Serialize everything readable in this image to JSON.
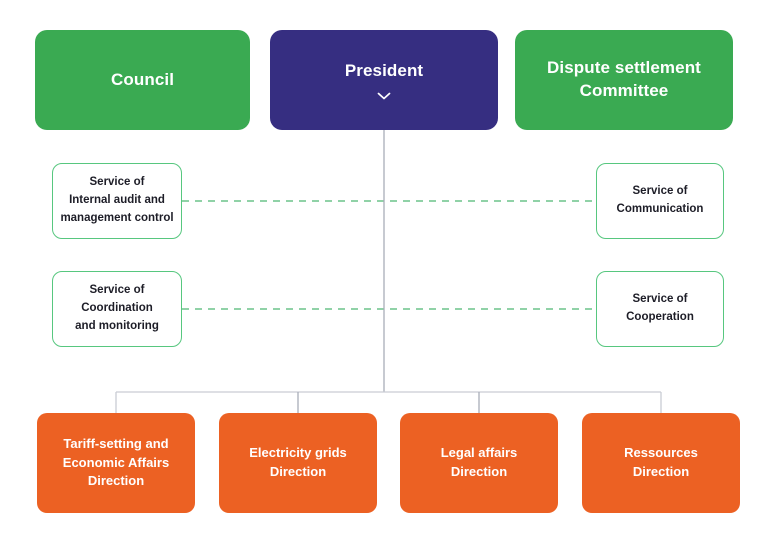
{
  "diagram": {
    "title": "Organizational structure chart",
    "colors": {
      "green": "#3aaa52",
      "purple": "#362e81",
      "orange": "#ec6123",
      "service_border": "#57c77f",
      "connector": "#a9adb8",
      "dashed_connector": "#6cc48a",
      "background": "#ffffff"
    },
    "top_level": [
      {
        "id": "council",
        "label": "Council",
        "color": "green"
      },
      {
        "id": "president",
        "label": "President",
        "color": "purple",
        "icon": "chevron-down-icon"
      },
      {
        "id": "dispute",
        "label": "Dispute settlement\nCommittee",
        "color": "green"
      }
    ],
    "services_left": [
      {
        "id": "internal-audit",
        "label": "Service  of\nInternal audit and\nmanagement control"
      },
      {
        "id": "coordination",
        "label": "Service of\nCoordination\nand monitoring"
      }
    ],
    "services_right": [
      {
        "id": "communication",
        "label": "Service of\nCommunication"
      },
      {
        "id": "cooperation",
        "label": "Service of\nCooperation"
      }
    ],
    "directions": [
      {
        "id": "tariff",
        "label": "Tariff-setting and\nEconomic Affairs\nDirection"
      },
      {
        "id": "electricity",
        "label": "Electricity grids\nDirection"
      },
      {
        "id": "legal",
        "label": "Legal affairs\nDirection"
      },
      {
        "id": "ressources",
        "label": "Ressources\nDirection"
      }
    ]
  }
}
